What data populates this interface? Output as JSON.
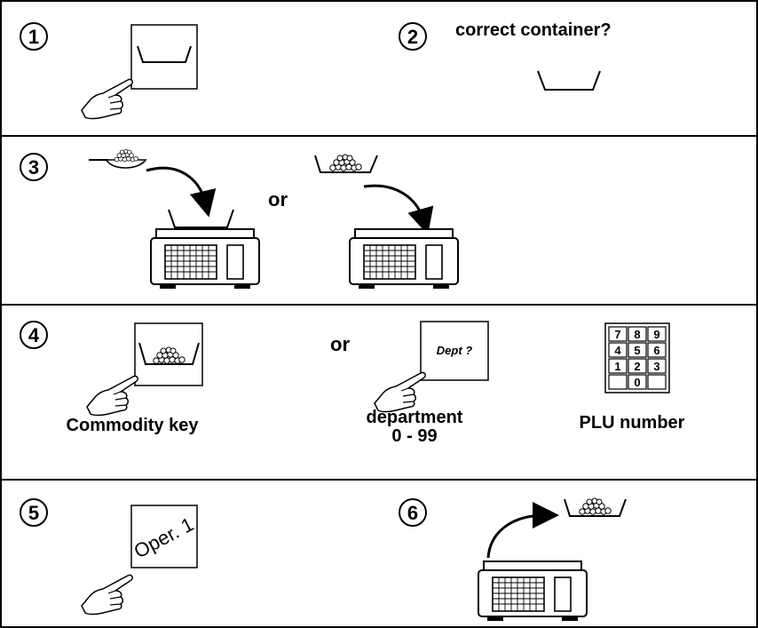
{
  "steps": [
    {
      "number": "1"
    },
    {
      "number": "2",
      "label": "correct container?"
    },
    {
      "number": "3",
      "or": "or"
    },
    {
      "number": "4",
      "or": "or",
      "commodity_label": "Commodity key",
      "department_label": "department",
      "department_range": "0 - 99",
      "dept_key_text": "Dept ?",
      "plu_label": "PLU number"
    },
    {
      "number": "5",
      "oper_key_text": "Oper. 1"
    },
    {
      "number": "6"
    }
  ],
  "keypad": {
    "keys": [
      "7",
      "8",
      "9",
      "4",
      "5",
      "6",
      "1",
      "2",
      "3",
      "",
      "0",
      ""
    ]
  }
}
